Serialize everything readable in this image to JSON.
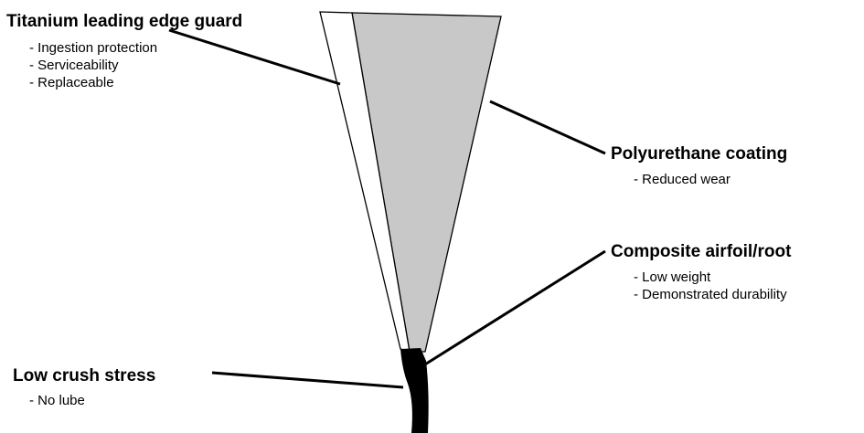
{
  "colors": {
    "background": "#ffffff",
    "airfoil_fill": "#c8c8c8",
    "leading_edge_fill": "#ffffff",
    "root_fill": "#000000",
    "outline": "#000000"
  },
  "callouts": {
    "titanium": {
      "title": "Titanium leading edge guard",
      "items": [
        "- Ingestion protection",
        "- Serviceability",
        "- Replaceable"
      ]
    },
    "polyurethane": {
      "title": "Polyurethane coating",
      "items": [
        "- Reduced wear"
      ]
    },
    "composite": {
      "title": "Composite airfoil/root",
      "items": [
        "- Low weight",
        "- Demonstrated durability"
      ]
    },
    "crush": {
      "title": "Low crush stress",
      "items": [
        "- No lube"
      ]
    }
  }
}
